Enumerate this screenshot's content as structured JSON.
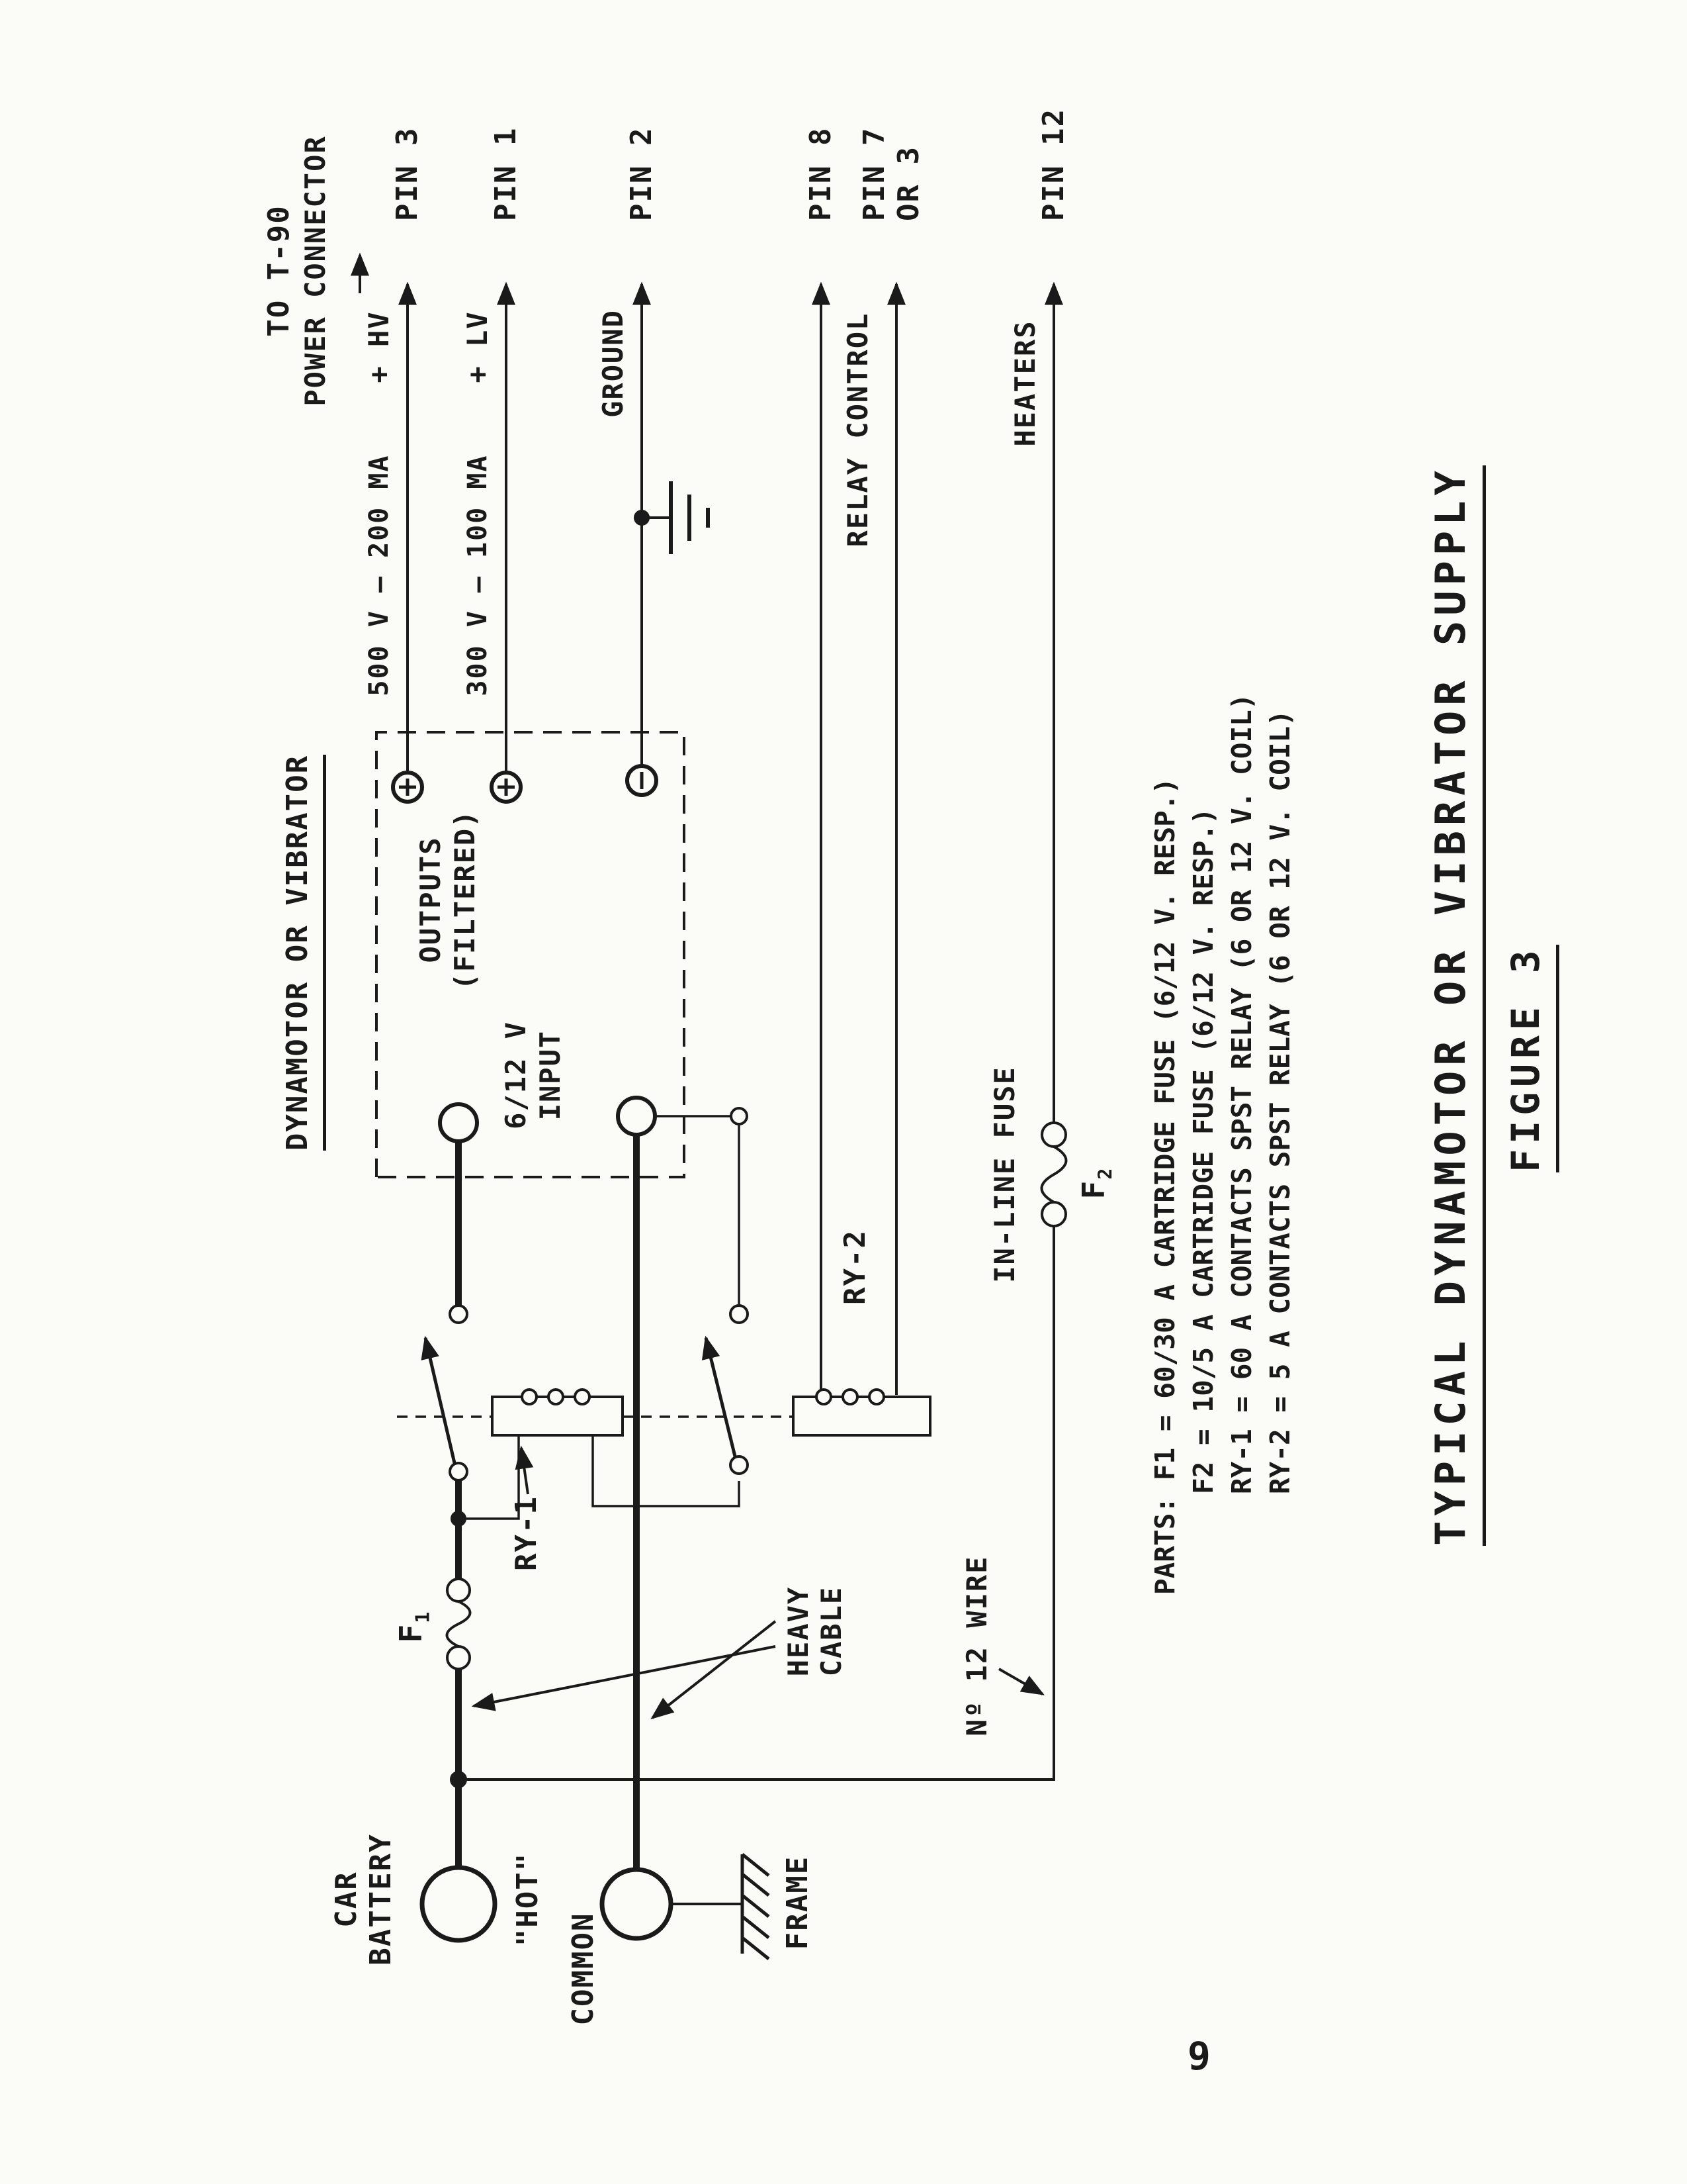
{
  "page_number": "9",
  "header_note": {
    "line1": "TO  T-90",
    "line2": "POWER CONNECTOR"
  },
  "pins": {
    "p3": "PIN 3",
    "p1": "PIN 1",
    "p2": "PIN 2",
    "p8": "PIN 8",
    "p7": "PIN 7",
    "p7b": "OR 3",
    "p12": "PIN 12"
  },
  "outputs": {
    "hv_rating": "500 V – 200 MA",
    "hv_name": "+ HV",
    "lv_rating": "300 V – 100 MA",
    "lv_name": "+ LV",
    "ground": "GROUND",
    "relay": "RELAY CONTROL",
    "heaters": "HEATERS"
  },
  "dynamotor": {
    "title": "DYNAMOTOR OR VIBRATOR",
    "outputs1": "OUTPUTS",
    "outputs2": "(FILTERED)",
    "input1": "6/12 V",
    "input2": "INPUT"
  },
  "battery": {
    "car1": "CAR",
    "car2": "BATTERY",
    "hot": "\"HOT\"",
    "common": "COMMON",
    "frame": "FRAME"
  },
  "parts": {
    "f1_main": "F",
    "f1_sub": "1",
    "f2_main": "F",
    "f2_sub": "2",
    "ry1": "RY-1",
    "ry2": "RY-2",
    "inline_fuse": "IN-LINE FUSE",
    "heavy1": "HEAVY",
    "heavy2": "CABLE",
    "wire12": "Nº 12 WIRE"
  },
  "parts_list": {
    "l1": "PARTS:  F1 = 60/30 A CARTRIDGE FUSE  (6/12 V. RESP.)",
    "l2": "F2 = 10/5 A  CARTRIDGE FUSE  (6/12 V. RESP.)",
    "l3": "RY-1 = 60 A CONTACTS SPST RELAY (6 OR 12 V. COIL)",
    "l4": "RY-2 = 5  A CONTACTS SPST RELAY (6 OR 12 V. COIL)"
  },
  "figure": {
    "title": "TYPICAL DYNAMOTOR OR VIBRATOR SUPPLY",
    "caption": "FIGURE 3"
  }
}
